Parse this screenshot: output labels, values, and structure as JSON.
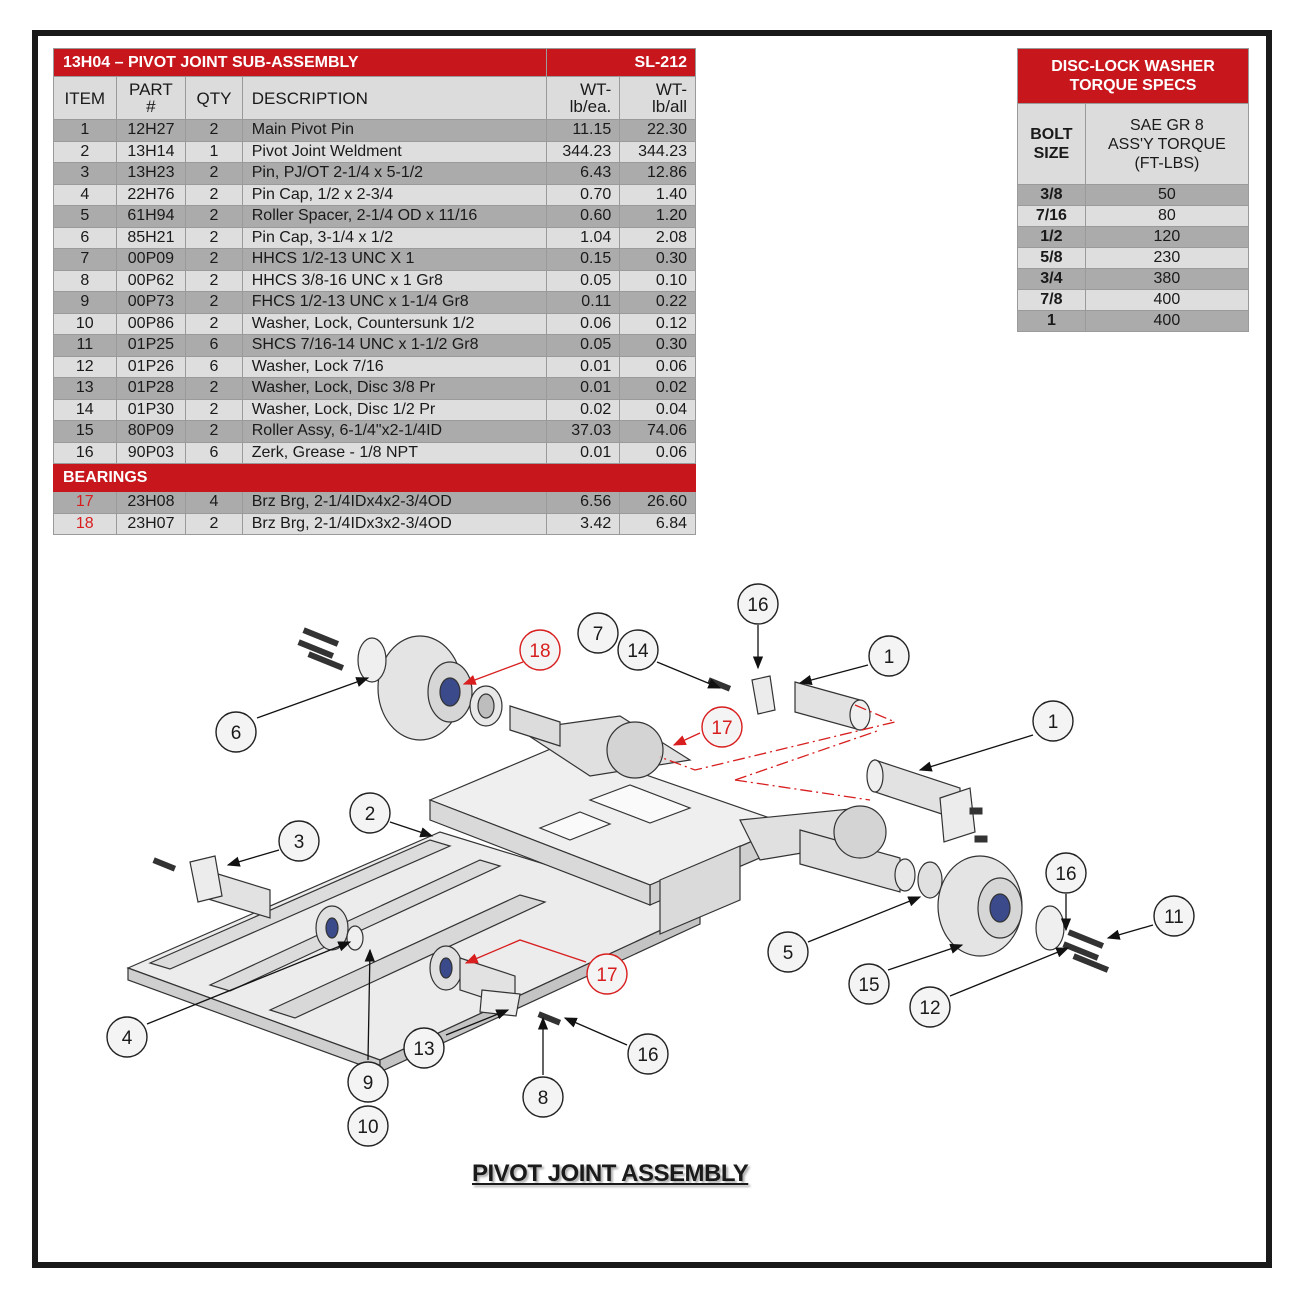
{
  "parts_table": {
    "title": "13H04 – PIVOT JOINT SUB-ASSEMBLY",
    "code": "SL-212",
    "headers": {
      "item": "ITEM",
      "part_line1": "PART",
      "part_line2": "#",
      "qty": "QTY",
      "description": "DESCRIPTION",
      "wt_each_line1": "WT-",
      "wt_each_line2": "lb/ea.",
      "wt_all_line1": "WT-",
      "wt_all_line2": "lb/all"
    },
    "rows": [
      {
        "item": "1",
        "part": "12H27",
        "qty": "2",
        "description": "Main Pivot Pin",
        "wt_each": "11.15",
        "wt_all": "22.30"
      },
      {
        "item": "2",
        "part": "13H14",
        "qty": "1",
        "description": "Pivot Joint Weldment",
        "wt_each": "344.23",
        "wt_all": "344.23"
      },
      {
        "item": "3",
        "part": "13H23",
        "qty": "2",
        "description": "Pin, PJ/OT 2-1/4 x 5-1/2",
        "wt_each": "6.43",
        "wt_all": "12.86"
      },
      {
        "item": "4",
        "part": "22H76",
        "qty": "2",
        "description": "Pin Cap, 1/2 x 2-3/4",
        "wt_each": "0.70",
        "wt_all": "1.40"
      },
      {
        "item": "5",
        "part": "61H94",
        "qty": "2",
        "description": "Roller Spacer, 2-1/4 OD x 11/16",
        "wt_each": "0.60",
        "wt_all": "1.20"
      },
      {
        "item": "6",
        "part": "85H21",
        "qty": "2",
        "description": "Pin Cap, 3-1/4 x 1/2",
        "wt_each": "1.04",
        "wt_all": "2.08"
      },
      {
        "item": "7",
        "part": "00P09",
        "qty": "2",
        "description": "HHCS 1/2-13 UNC X 1",
        "wt_each": "0.15",
        "wt_all": "0.30"
      },
      {
        "item": "8",
        "part": "00P62",
        "qty": "2",
        "description": "HHCS 3/8-16 UNC x 1 Gr8",
        "wt_each": "0.05",
        "wt_all": "0.10"
      },
      {
        "item": "9",
        "part": "00P73",
        "qty": "2",
        "description": "FHCS 1/2-13 UNC x 1-1/4 Gr8",
        "wt_each": "0.11",
        "wt_all": "0.22"
      },
      {
        "item": "10",
        "part": "00P86",
        "qty": "2",
        "description": "Washer, Lock, Countersunk 1/2",
        "wt_each": "0.06",
        "wt_all": "0.12"
      },
      {
        "item": "11",
        "part": "01P25",
        "qty": "6",
        "description": "SHCS 7/16-14 UNC x 1-1/2 Gr8",
        "wt_each": "0.05",
        "wt_all": "0.30"
      },
      {
        "item": "12",
        "part": "01P26",
        "qty": "6",
        "description": "Washer, Lock 7/16",
        "wt_each": "0.01",
        "wt_all": "0.06"
      },
      {
        "item": "13",
        "part": "01P28",
        "qty": "2",
        "description": "Washer, Lock, Disc 3/8 Pr",
        "wt_each": "0.01",
        "wt_all": "0.02"
      },
      {
        "item": "14",
        "part": "01P30",
        "qty": "2",
        "description": "Washer, Lock, Disc 1/2 Pr",
        "wt_each": "0.02",
        "wt_all": "0.04"
      },
      {
        "item": "15",
        "part": "80P09",
        "qty": "2",
        "description": "Roller Assy, 6-1/4\"x2-1/4ID",
        "wt_each": "37.03",
        "wt_all": "74.06"
      },
      {
        "item": "16",
        "part": "90P03",
        "qty": "6",
        "description": "Zerk, Grease - 1/8 NPT",
        "wt_each": "0.01",
        "wt_all": "0.06"
      }
    ],
    "bearings_label": "BEARINGS",
    "bearing_rows": [
      {
        "item": "17",
        "part": "23H08",
        "qty": "4",
        "description": "Brz Brg, 2-1/4IDx4x2-3/4OD",
        "wt_each": "6.56",
        "wt_all": "26.60"
      },
      {
        "item": "18",
        "part": "23H07",
        "qty": "2",
        "description": "Brz Brg, 2-1/4IDx3x2-3/4OD",
        "wt_each": "3.42",
        "wt_all": "6.84"
      }
    ]
  },
  "torque_table": {
    "title_line1": "DISC-LOCK WASHER",
    "title_line2": "TORQUE SPECS",
    "hdr_bolt_line1": "BOLT",
    "hdr_bolt_line2": "SIZE",
    "hdr_torque_line1": "SAE GR 8",
    "hdr_torque_line2": "ASS'Y TORQUE",
    "hdr_torque_line3": "(FT-LBS)",
    "rows": [
      {
        "size": "3/8",
        "torque": "50"
      },
      {
        "size": "7/16",
        "torque": "80"
      },
      {
        "size": "1/2",
        "torque": "120"
      },
      {
        "size": "5/8",
        "torque": "230"
      },
      {
        "size": "3/4",
        "torque": "380"
      },
      {
        "size": "7/8",
        "torque": "400"
      },
      {
        "size": "1",
        "torque": "400"
      }
    ]
  },
  "diagram": {
    "title": "PIVOT JOINT ASSEMBLY",
    "callouts": [
      "16",
      "7",
      "14",
      "1",
      "18",
      "6",
      "17",
      "1",
      "2",
      "3",
      "5",
      "16",
      "11",
      "15",
      "12",
      "4",
      "17",
      "13",
      "16",
      "9",
      "8",
      "10"
    ],
    "colors": {
      "callout_red": "#d81e1e",
      "header_red": "#c8161d"
    }
  }
}
